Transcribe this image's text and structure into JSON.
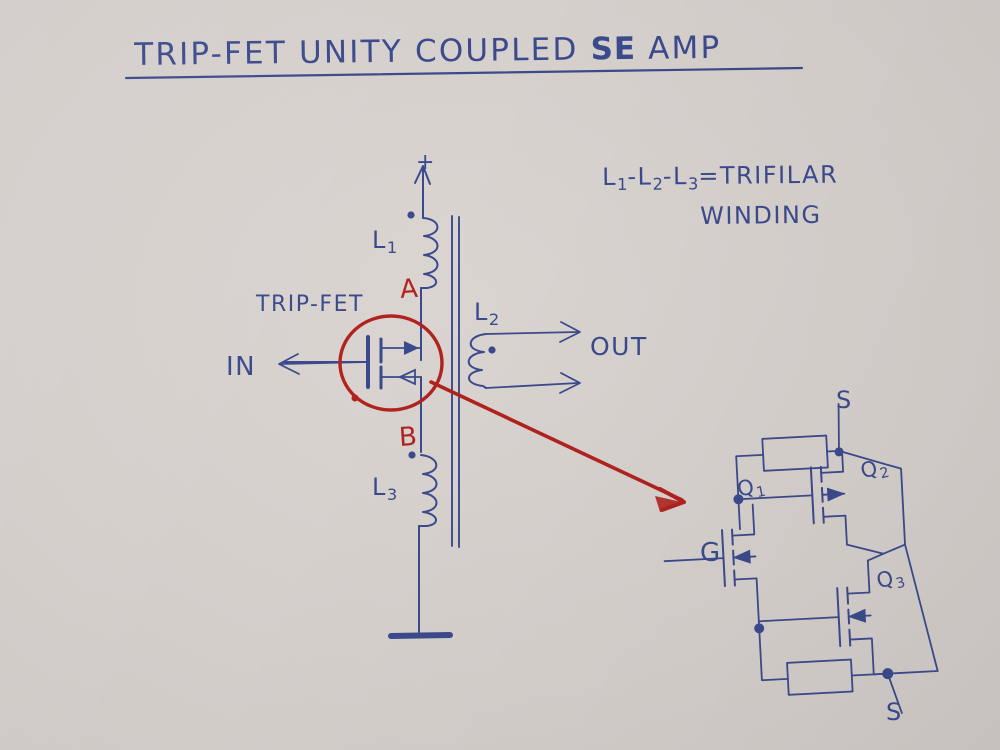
{
  "document": {
    "kind": "hand-drawn-schematic",
    "title": "TRIP-FET UNITY COUPLED SE AMP",
    "title_plain": "TRIP-FET UNITY COUPLED ",
    "title_emphasis": "SE",
    "title_tail": " AMP",
    "ink_color": "#3b4a8c",
    "accent_color": "#b0231f",
    "paper_color": "#d6d0cd"
  },
  "notes": {
    "trifilar_line1_a": "L",
    "trifilar_line1_sub1": "1",
    "trifilar_line1_b": "-L",
    "trifilar_line1_sub2": "2",
    "trifilar_line1_c": "-L",
    "trifilar_line1_sub3": "3",
    "trifilar_line1_d": "=TRIFILAR",
    "trifilar_line2": "WINDING"
  },
  "main_schematic": {
    "supply_label": "+",
    "inductor_l1": "L",
    "inductor_l1_sub": "1",
    "inductor_l2": "L",
    "inductor_l2_sub": "2",
    "inductor_l3": "L",
    "inductor_l3_sub": "3",
    "node_a": "A",
    "node_b": "B",
    "input_label": "IN",
    "output_label": "OUT",
    "device_label": "TRIP-FET",
    "ground": "ground-symbol",
    "core": "transformer-core"
  },
  "detail_circuit": {
    "q1": "Q",
    "q1_sub": "1",
    "q2": "Q",
    "q2_sub": "2",
    "q3": "Q",
    "q3_sub": "3",
    "gate_terminal": "G",
    "source_terminal_top": "S",
    "source_terminal_bottom": "S"
  },
  "callout": {
    "circle": "red-circle-highlight",
    "arrow": "red-pointer-arrow"
  }
}
